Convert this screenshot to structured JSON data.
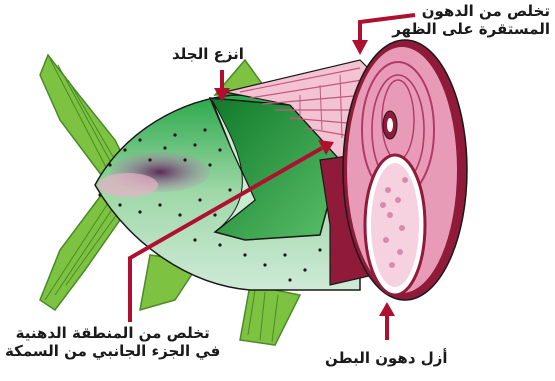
{
  "labels": {
    "back_fat_line1": "تخلص من الدهون",
    "back_fat_line2": "المستقرة على الظهر",
    "remove_skin": "انزع الجلد",
    "side_fat_line1": "تخلص من المنطقة الدهنية",
    "side_fat_line2": "في الجزء الجانبي من السمكة",
    "belly_fat": "أزل دهون البطن"
  },
  "colors": {
    "fin_green": "#7ec241",
    "fin_stroke": "#4a8a28",
    "body_green": "#9fd49a",
    "skin_dark_green": "#1e9c3a",
    "head_pale": "#bfe3cf",
    "flesh_pink": "#e89bb6",
    "flesh_dark": "#8f1a3a",
    "arrow_red": "#b01030",
    "outline": "#1a1a1a"
  }
}
